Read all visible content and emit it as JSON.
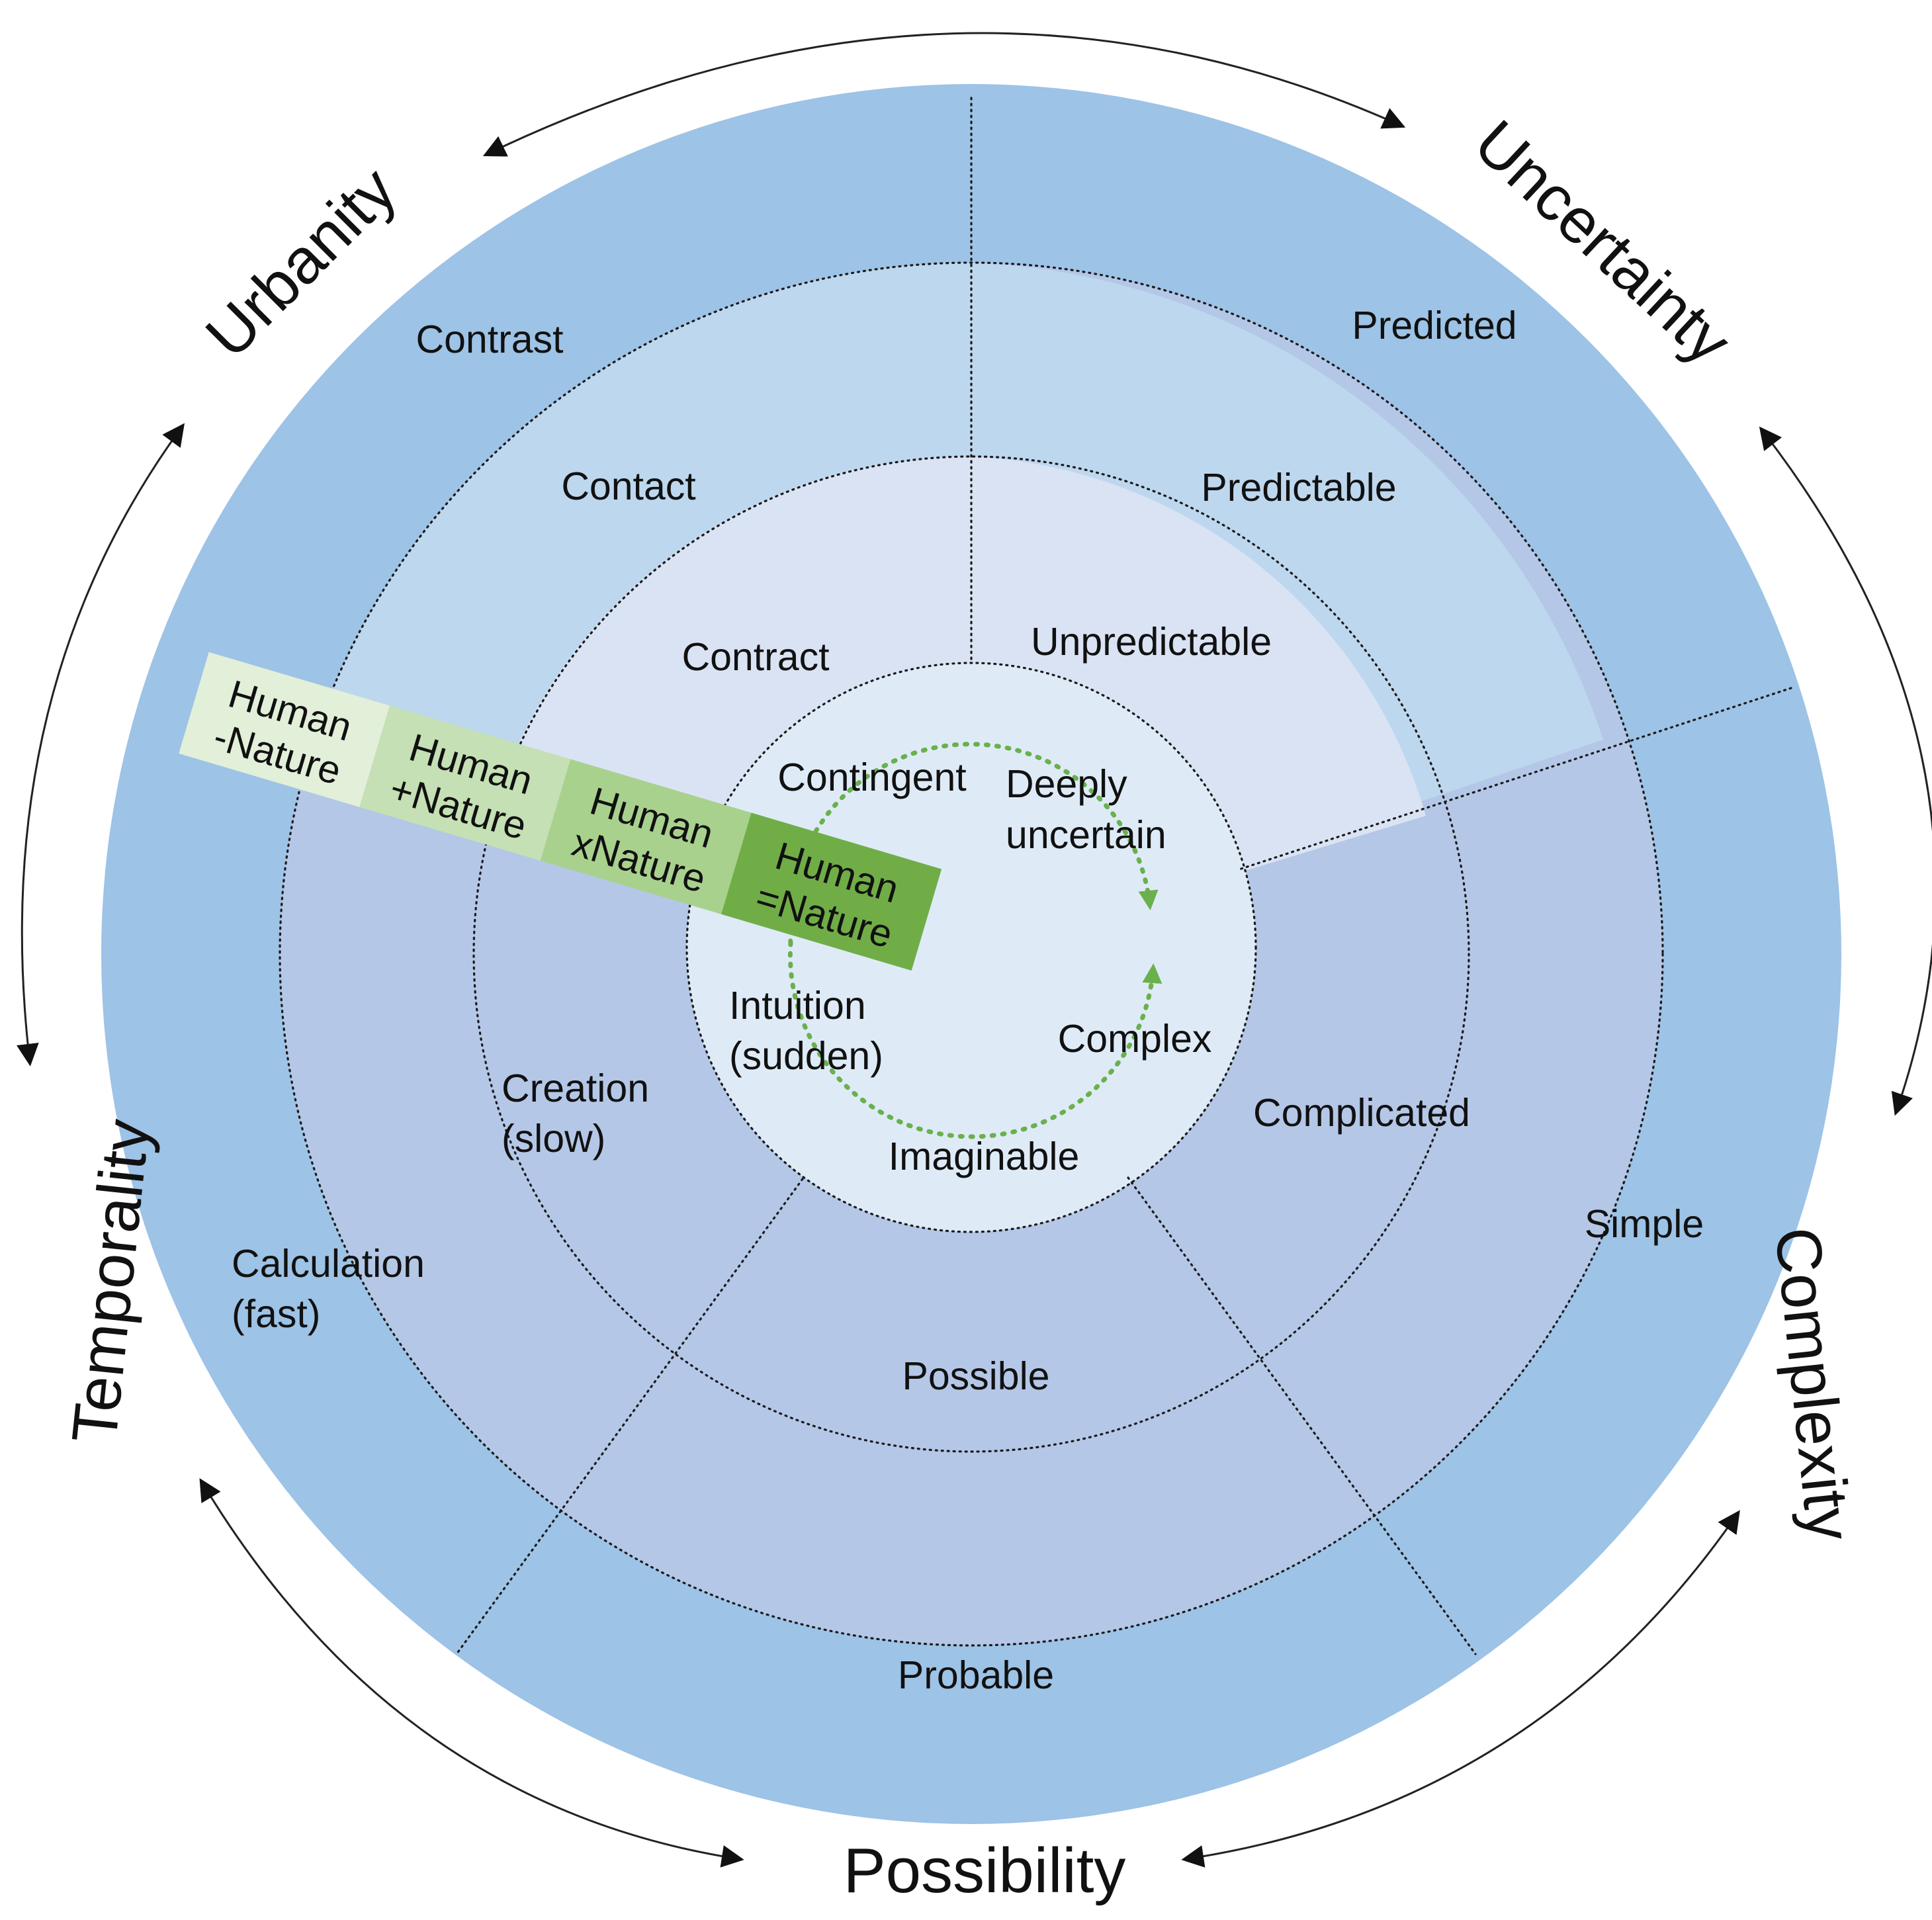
{
  "dimensions": {
    "urbanity": "Urbanity",
    "uncertainty": "Uncertainty",
    "complexity": "Complexity",
    "possibility": "Possibility",
    "temporality": "Temporality"
  },
  "ring_labels": {
    "contrast": "Contrast",
    "contact": "Contact",
    "contract": "Contract",
    "contingent": "Contingent",
    "predicted": "Predicted",
    "predictable": "Predictable",
    "unpredictable": "Unpredictable",
    "deeply_uncertain_1": "Deeply",
    "deeply_uncertain_2": "uncertain",
    "simple": "Simple",
    "complicated": "Complicated",
    "complex": "Complex",
    "probable": "Probable",
    "possible": "Possible",
    "imaginable": "Imaginable",
    "calculation_1": "Calculation",
    "calculation_2": "(fast)",
    "creation_1": "Creation",
    "creation_2": "(slow)",
    "intuition_1": "Intuition",
    "intuition_2": "(sudden)"
  },
  "human_nature_bands": [
    {
      "line1": "Human",
      "line2": "-Nature",
      "color": "#e2efd9"
    },
    {
      "line1": "Human",
      "line2": "+Nature",
      "color": "#c5e0b4"
    },
    {
      "line1": "Human",
      "line2": "xNature",
      "color": "#a9d18e"
    },
    {
      "line1": "Human",
      "line2": "=Nature",
      "color": "#70ad47"
    }
  ],
  "colors": {
    "outer_ring": "#9dc3e6",
    "ring2_top": "#bdd7ee",
    "ring3_top": "#dae3f3",
    "ring_bottom": "#b4c7e7",
    "center": "#deebf7",
    "cycle_arrow": "#6ab04c"
  }
}
